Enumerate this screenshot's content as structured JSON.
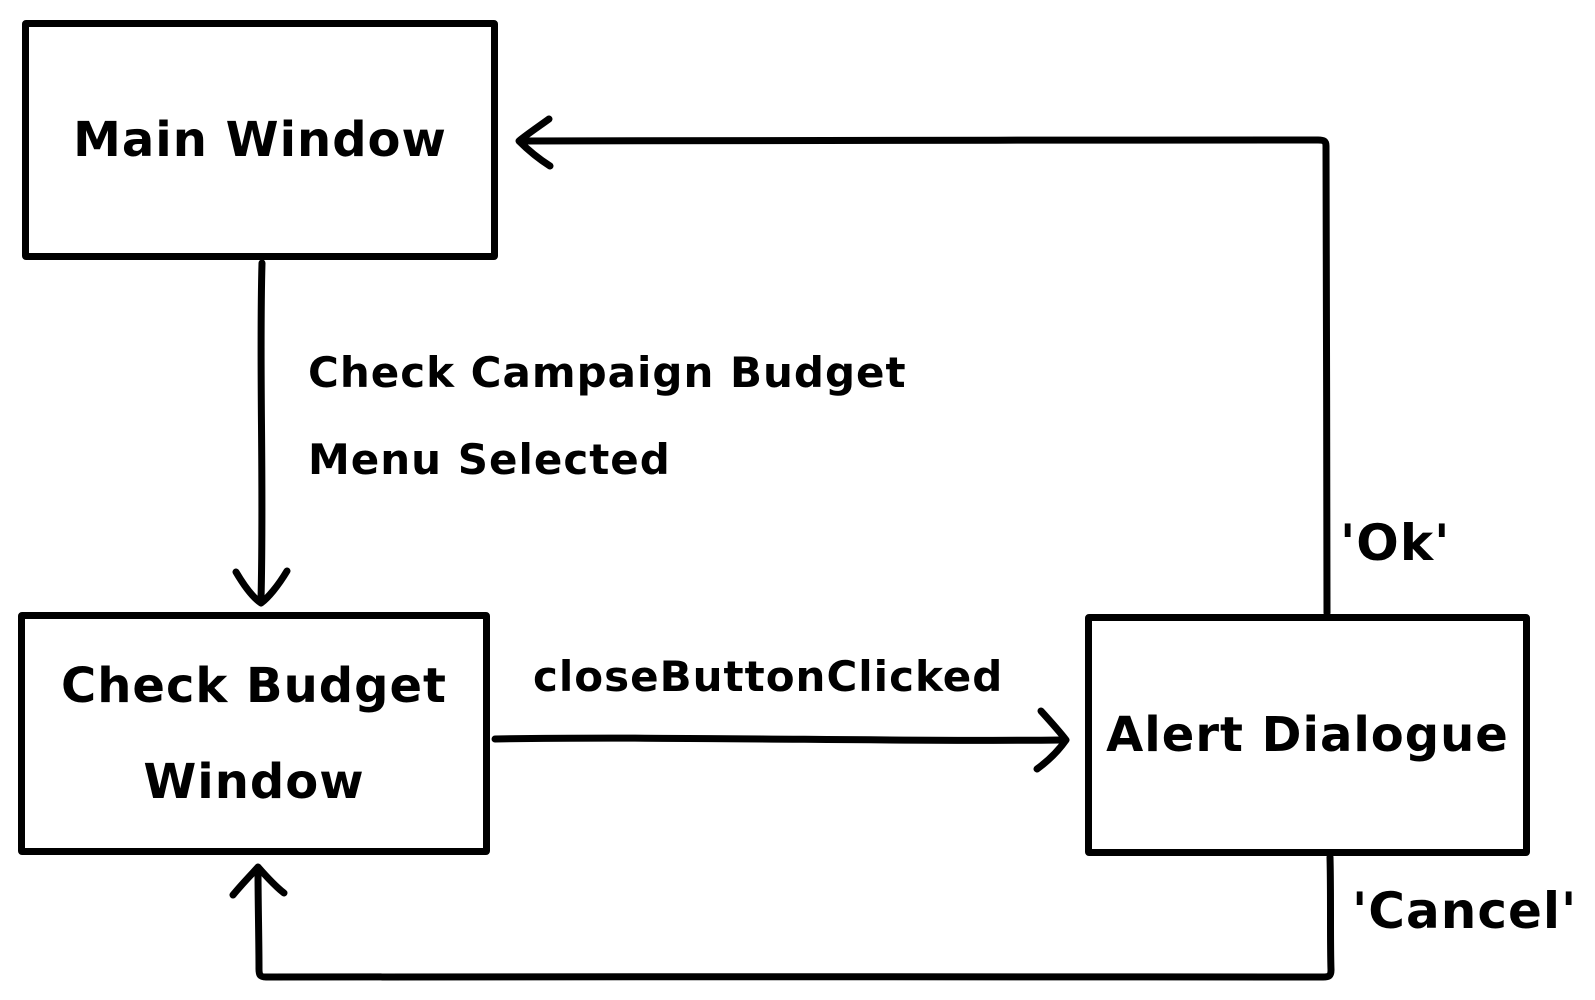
{
  "diagram": {
    "nodes": {
      "main_window": {
        "label": "Main Window"
      },
      "check_budget_window": {
        "line1": "Check Budget",
        "line2": "Window"
      },
      "alert_dialogue": {
        "label": "Alert Dialogue"
      }
    },
    "edges": {
      "menu_selected": {
        "line1": "Check Campaign Budget",
        "line2": "Menu Selected",
        "from": "Main Window",
        "to": "Check Budget Window"
      },
      "close_button_clicked": {
        "label": "closeButtonClicked",
        "from": "Check Budget Window",
        "to": "Alert Dialogue"
      },
      "ok": {
        "label": "'Ok'",
        "from": "Alert Dialogue",
        "to": "Main Window"
      },
      "cancel": {
        "label": "'Cancel'",
        "from": "Alert Dialogue",
        "to": "Check Budget Window"
      }
    },
    "colors": {
      "stroke": "#000000",
      "background": "#ffffff"
    }
  }
}
